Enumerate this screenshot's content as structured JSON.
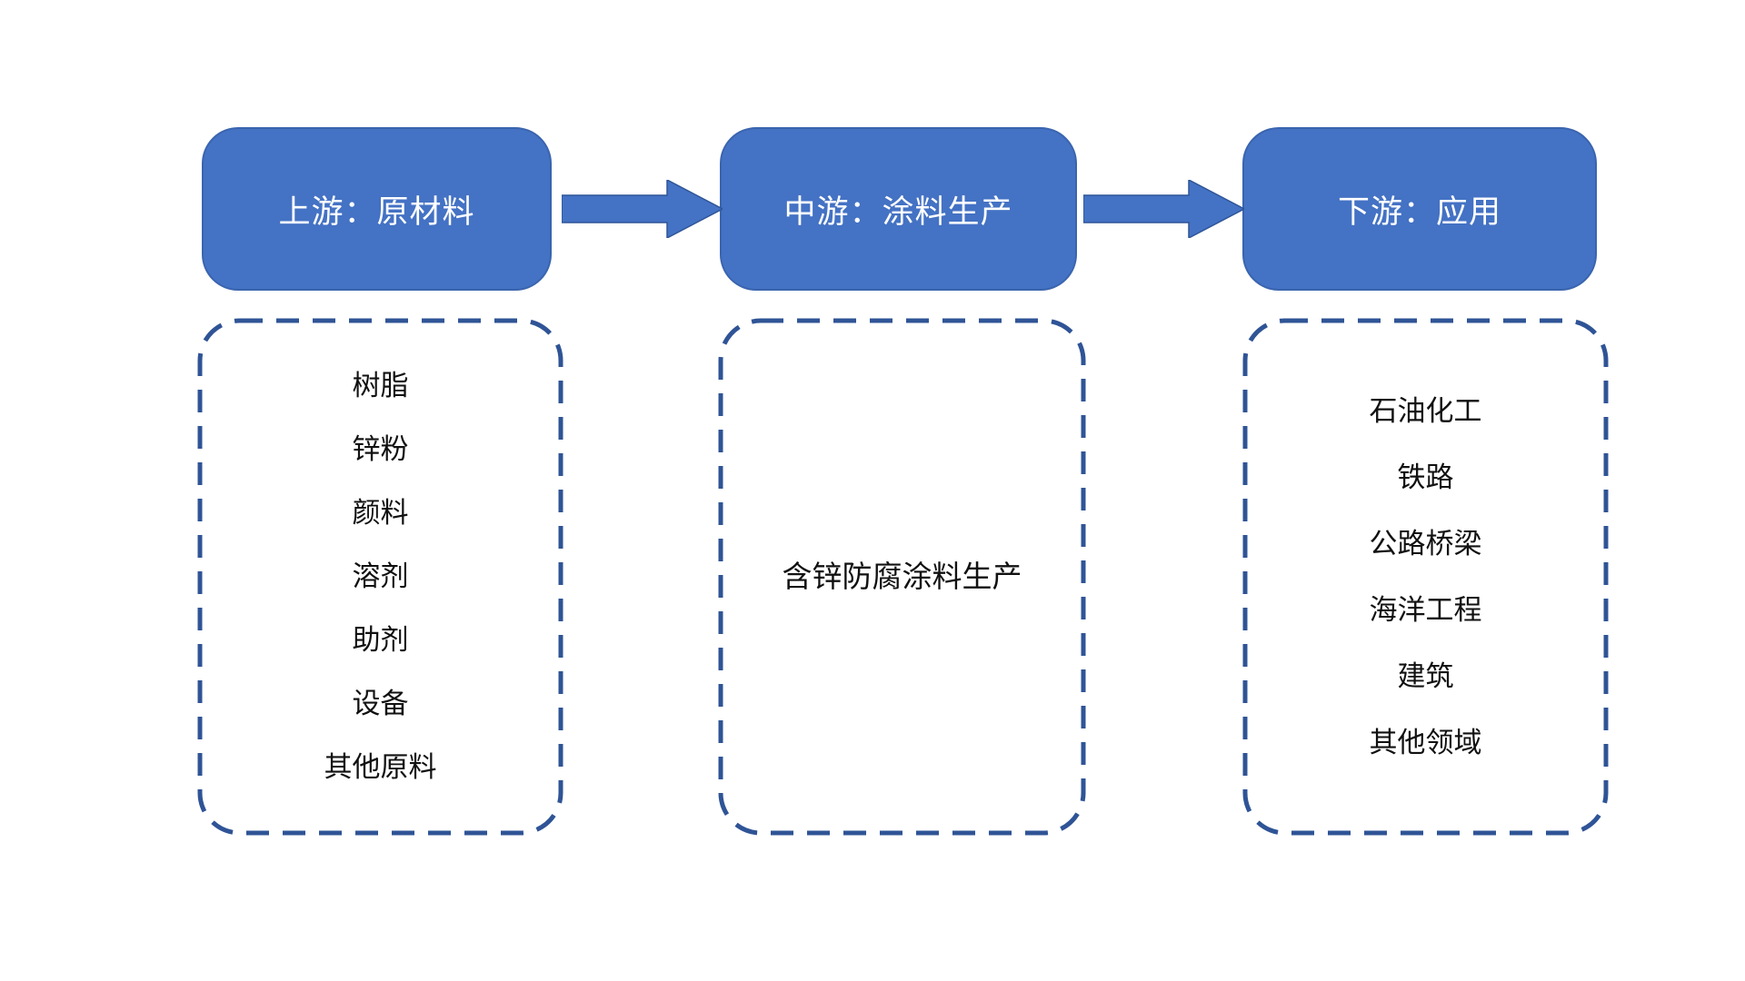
{
  "diagram": {
    "title_semantic": "zinc-rich-anticorrosive-coating-industry-chain",
    "columns": [
      {
        "header": "上游：原材料",
        "items": [
          "树脂",
          "锌粉",
          "颜料",
          "溶剂",
          "助剂",
          "设备",
          "其他原料"
        ]
      },
      {
        "header": "中游：涂料生产",
        "items": [
          "含锌防腐涂料生产"
        ]
      },
      {
        "header": "下游：应用",
        "items": [
          "石油化工",
          "铁路",
          "公路桥梁",
          "海洋工程",
          "建筑",
          "其他领域"
        ]
      }
    ],
    "colors": {
      "header_box_fill": "#4472C4",
      "header_box_border": "#3A64AE",
      "arrow_fill": "#4472C4",
      "arrow_border": "#2F5597",
      "dashed_border": "#2F5496",
      "header_text": "#FFFFFF",
      "item_text": "#111111",
      "background": "#FFFFFF"
    }
  }
}
